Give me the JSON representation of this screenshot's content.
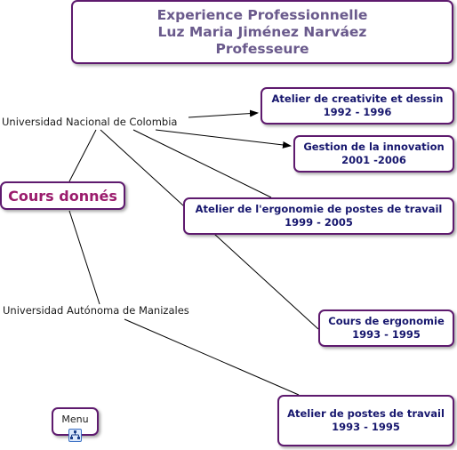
{
  "title": {
    "line1": "Experience Professionnelle",
    "line2": "Luz Maria Jiménez Narváez",
    "line3": "Professeure"
  },
  "center": {
    "label": "Cours donnés"
  },
  "universities": {
    "u1": "Universidad Nacional de Colombia",
    "u2": "Universidad Autónoma de Manizales"
  },
  "courses": [
    {
      "name": "Atelier de creativite et dessin",
      "years": "1992 - 1996"
    },
    {
      "name": "Gestion de la innovation",
      "years": "2001 -2006"
    },
    {
      "name": "Atelier de l'ergonomie de postes de travail",
      "years": "1999 - 2005"
    },
    {
      "name": "Cours de ergonomie",
      "years": "1993 - 1995"
    },
    {
      "name": "Atelier de postes de travail",
      "years": "1993 - 1995"
    }
  ],
  "menu": {
    "label": "Menu",
    "icon": "sitemap-icon"
  },
  "colors": {
    "border": "#5e1a6e",
    "title_text": "#6a5a8c",
    "course_text": "#17176e",
    "center_text": "#9b1c6d"
  }
}
